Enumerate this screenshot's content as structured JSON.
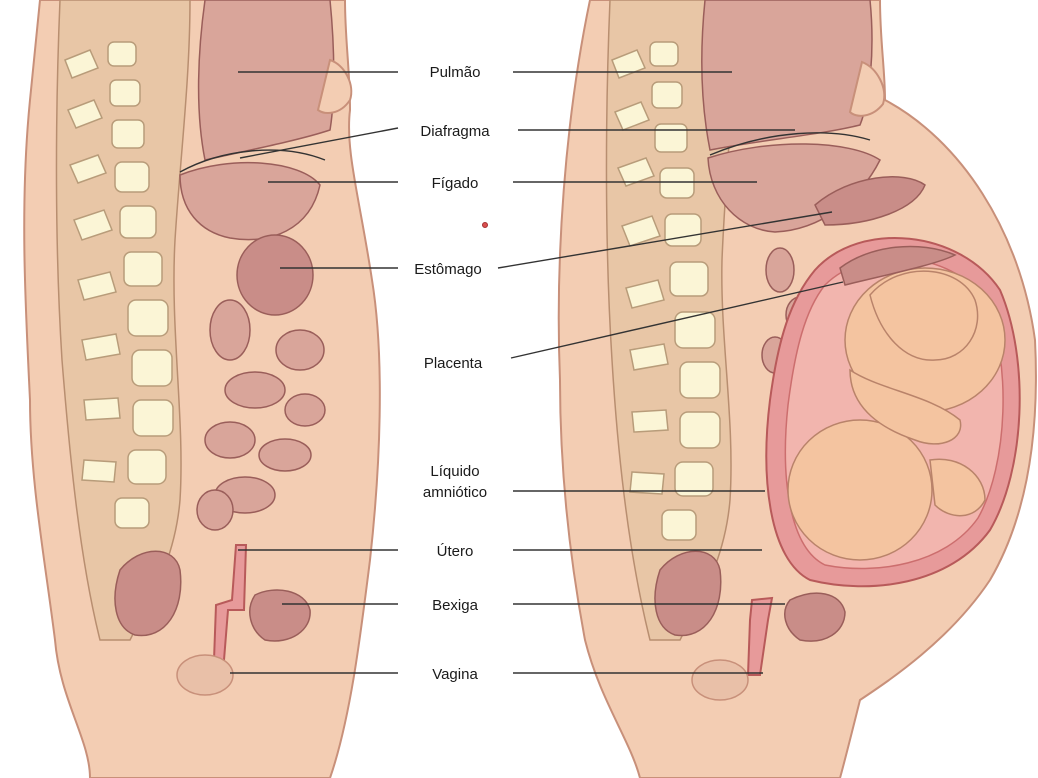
{
  "labels": {
    "pulmao": "Pulmão",
    "diafragma": "Diafragma",
    "figado": "Fígado",
    "estomago": "Estômago",
    "placenta": "Placenta",
    "liquido_line1": "Líquido",
    "liquido_line2": "amniótico",
    "utero": "Útero",
    "bexiga": "Bexiga",
    "vagina": "Vagina"
  },
  "colors": {
    "skin": "#f3cdb3",
    "organ": "#c98d88",
    "vertebra": "#fbf5d6",
    "uterus": "#e79a9a",
    "leader": "#333333"
  }
}
